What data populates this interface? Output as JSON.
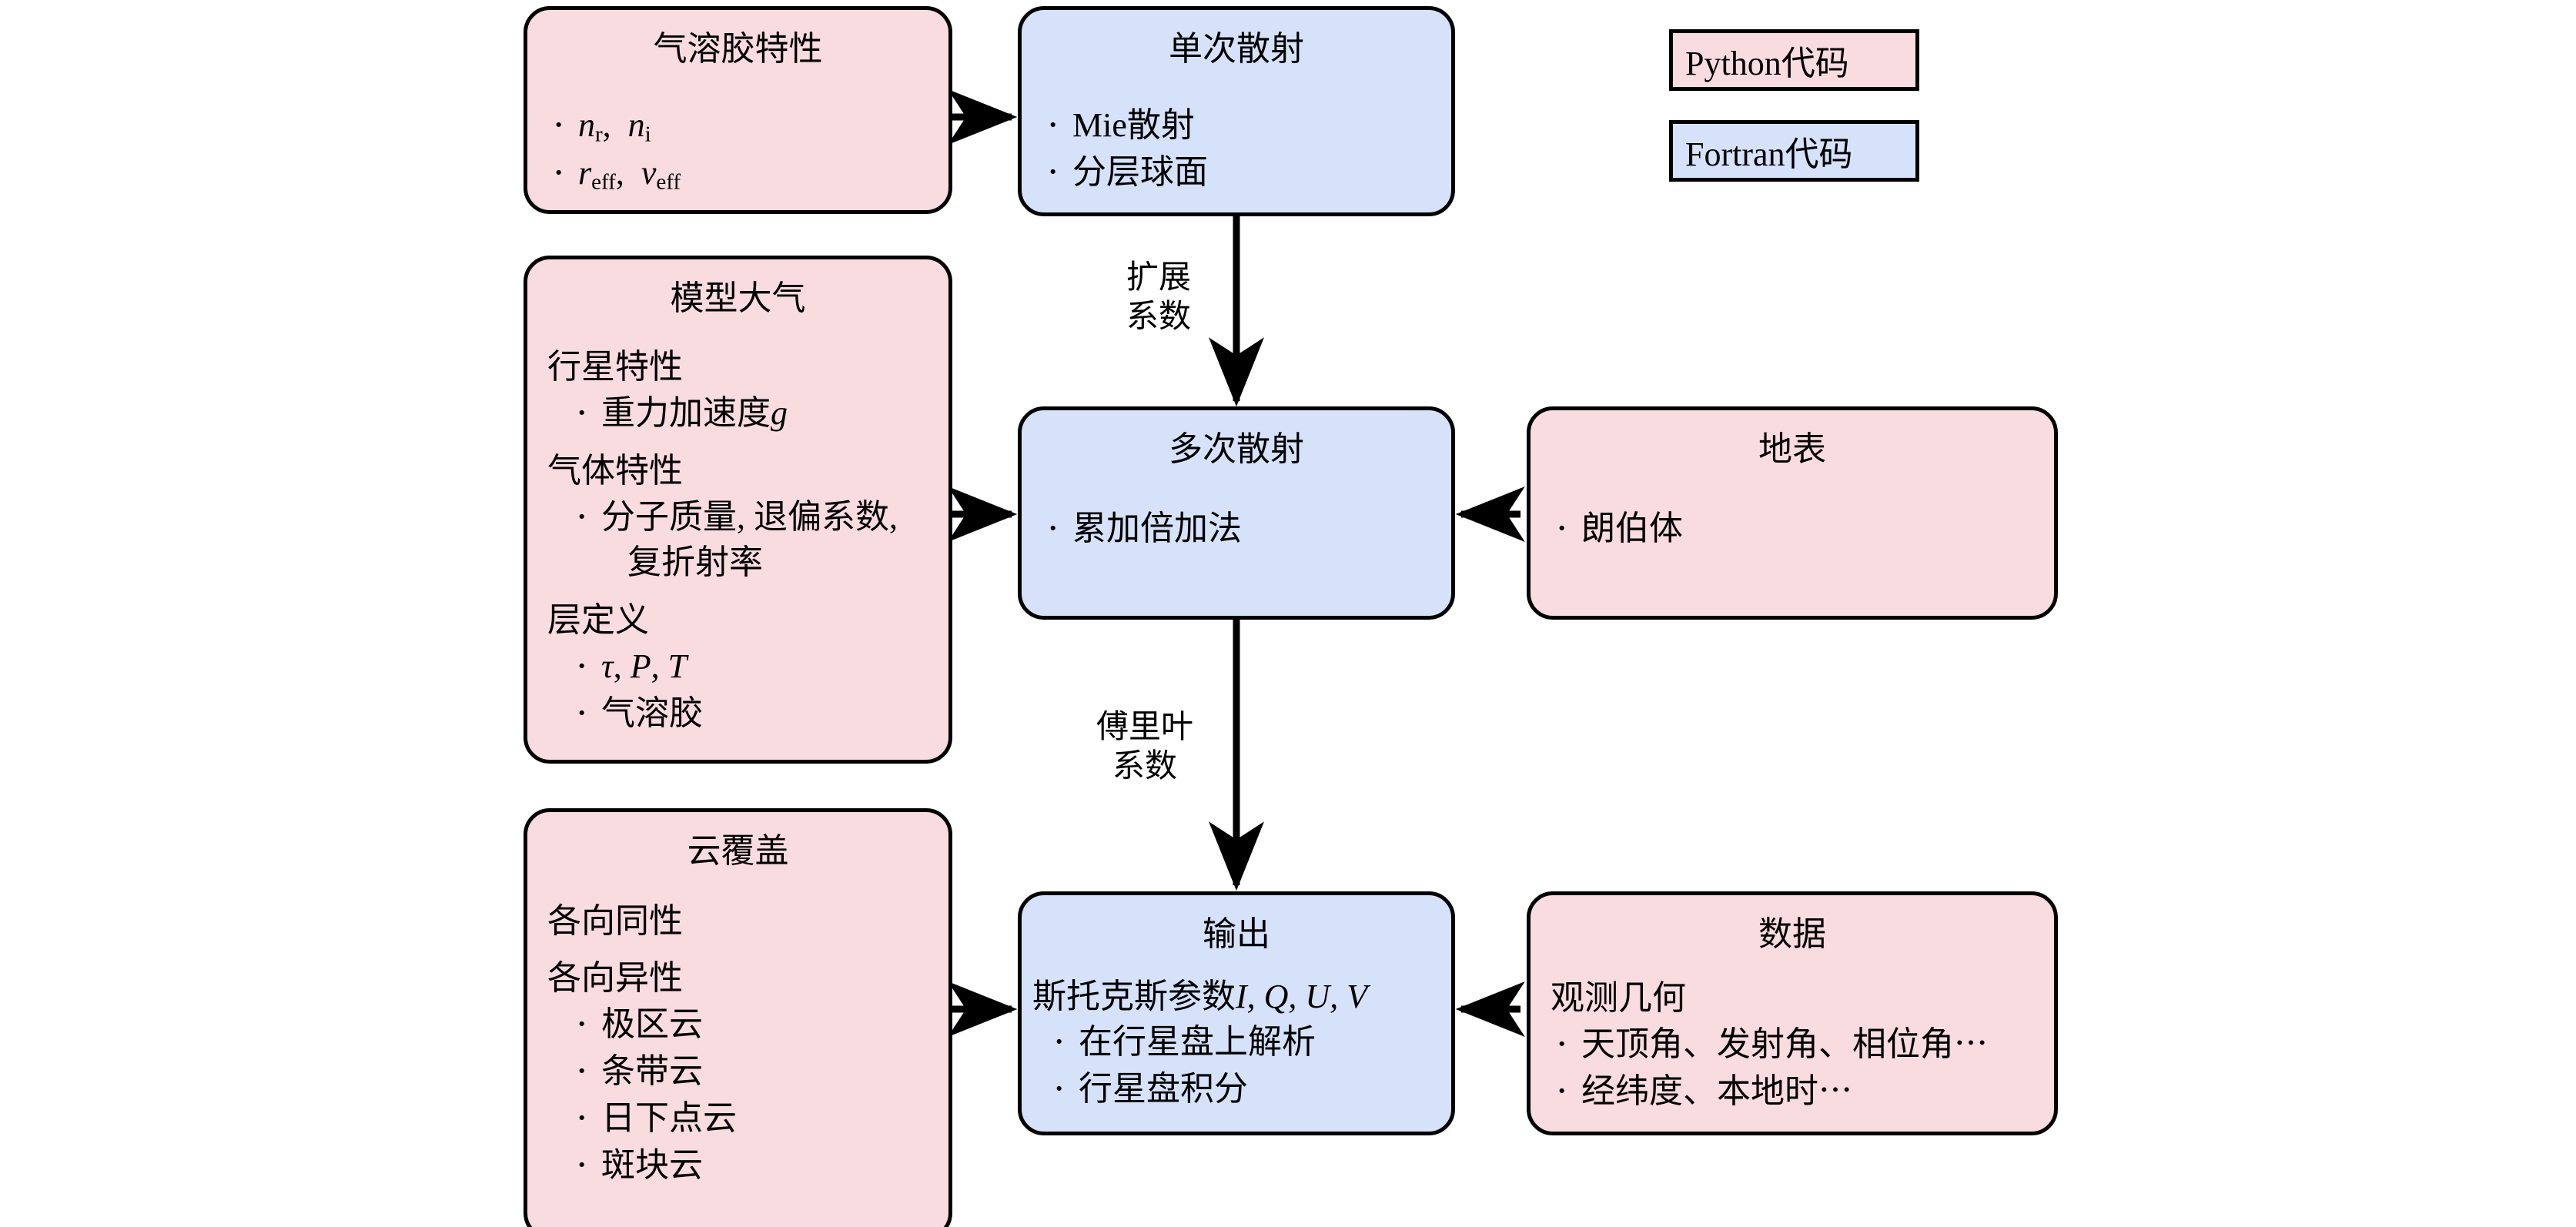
{
  "legend": {
    "items": [
      {
        "label": "Python代码",
        "color": "#f9dcdf",
        "kind": "pink"
      },
      {
        "label": "Fortran代码",
        "color": "#d6e2fa",
        "kind": "blue"
      }
    ]
  },
  "palette": {
    "pink_fill": "#f9dcdf",
    "blue_fill": "#d6e2fa",
    "stroke": "#000000",
    "background": "#ffffff"
  },
  "nodes": {
    "aerosol": {
      "title": "气溶胶特性",
      "bullets": [
        "n_r, n_i",
        "r_eff, v_eff"
      ],
      "bullet_1_parts": {
        "a_var": "n",
        "a_sub": "r",
        "b_var": "n",
        "b_sub": "i"
      },
      "bullet_2_parts": {
        "a_var": "r",
        "a_sub": "eff",
        "b_var": "v",
        "b_sub": "eff"
      }
    },
    "single_scattering": {
      "title": "单次散射",
      "bullets": [
        "Mie散射",
        "分层球面"
      ]
    },
    "model_atmosphere": {
      "title": "模型大气",
      "groups": [
        {
          "head": "行星特性",
          "bullets": [
            "重力加速度g"
          ]
        },
        {
          "head": "气体特性",
          "bullets": [
            "分子质量, 退偏系数,",
            "复折射率"
          ]
        },
        {
          "head": "层定义",
          "bullets": [
            "τ, P, T",
            "气溶胶"
          ]
        }
      ],
      "gravity_text": "重力加速度",
      "gravity_symbol": "g",
      "gas_line_1": "分子质量, 退偏系数,",
      "gas_line_2": "复折射率",
      "layer_symbols": [
        "τ",
        "P",
        "T"
      ],
      "layer_aerosol": "气溶胶"
    },
    "multiple_scattering": {
      "title": "多次散射",
      "bullets": [
        "累加倍加法"
      ]
    },
    "surface": {
      "title": "地表",
      "bullets": [
        "朗伯体"
      ]
    },
    "cloud_cover": {
      "title": "云覆盖",
      "groups": [
        {
          "head": "各向同性",
          "bullets": []
        },
        {
          "head": "各向异性",
          "bullets": [
            "极区云",
            "条带云",
            "日下点云",
            "斑块云"
          ]
        }
      ]
    },
    "output": {
      "title": "输出",
      "stokes_prefix": "斯托克斯参数",
      "stokes_symbols": "I, Q, U, V",
      "bullets": [
        "在行星盘上解析",
        "行星盘积分"
      ]
    },
    "data": {
      "title": "数据",
      "groups": [
        {
          "head": "观测几何",
          "bullets": [
            "天顶角、发射角、相位角⋯",
            "经纬度、本地时⋯"
          ]
        }
      ]
    }
  },
  "edges": [
    {
      "from": "aerosol",
      "to": "single_scattering",
      "label": ""
    },
    {
      "from": "single_scattering",
      "to": "multiple_scattering",
      "label_line1": "扩展",
      "label_line2": "系数"
    },
    {
      "from": "model_atmosphere",
      "to": "multiple_scattering",
      "label": ""
    },
    {
      "from": "surface",
      "to": "multiple_scattering",
      "label": ""
    },
    {
      "from": "multiple_scattering",
      "to": "output",
      "label_line1": "傅里叶",
      "label_line2": "系数"
    },
    {
      "from": "cloud_cover",
      "to": "output",
      "label": ""
    },
    {
      "from": "data",
      "to": "output",
      "label": ""
    }
  ],
  "edge_labels": {
    "expansion": {
      "line1": "扩展",
      "line2": "系数"
    },
    "fourier": {
      "line1": "傅里叶",
      "line2": "系数"
    }
  }
}
